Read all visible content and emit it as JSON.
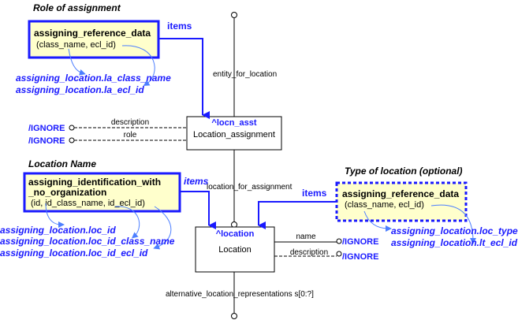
{
  "sections": {
    "role": {
      "header": "Role of assignment",
      "box_title": "assigning_reference_data",
      "box_params": "(class_name, ecl_id)",
      "items_label": "items",
      "mappings": [
        "assigning_location.la_class_name",
        "assigning_location.la_ecl_id"
      ]
    },
    "name": {
      "header": "Location Name",
      "box_title_line1": "assigning_identification_with",
      "box_title_line2": "_no_organization",
      "box_params": "(id, id_class_name, id_ecl_id)",
      "items_label": "items",
      "mappings": [
        "assigning_location.loc_id",
        "assigning_location.loc_id_class_name",
        "assigning_location.loc_id_ecl_id"
      ]
    },
    "type": {
      "header": "Type of location (optional)",
      "box_title": "assigning_reference_data",
      "box_params": "(class_name, ecl_id)",
      "items_label": "items",
      "mappings": [
        "assigning_location.loc_type",
        "assigning_location.lt_ecl_id"
      ]
    }
  },
  "entities": {
    "assignment": {
      "short": "^locn_asst",
      "name": "Location_assignment"
    },
    "location": {
      "short": "^location",
      "name": "Location"
    }
  },
  "relations": {
    "entity_for_location": "entity_for_location",
    "location_for_assignment": "location_for_assignment",
    "alt_reps": "alternative_location_representations s[0:?]",
    "asst_description": "description",
    "asst_role": "role",
    "loc_name": "name",
    "loc_description": "description"
  },
  "ignore_label": "/IGNORE"
}
